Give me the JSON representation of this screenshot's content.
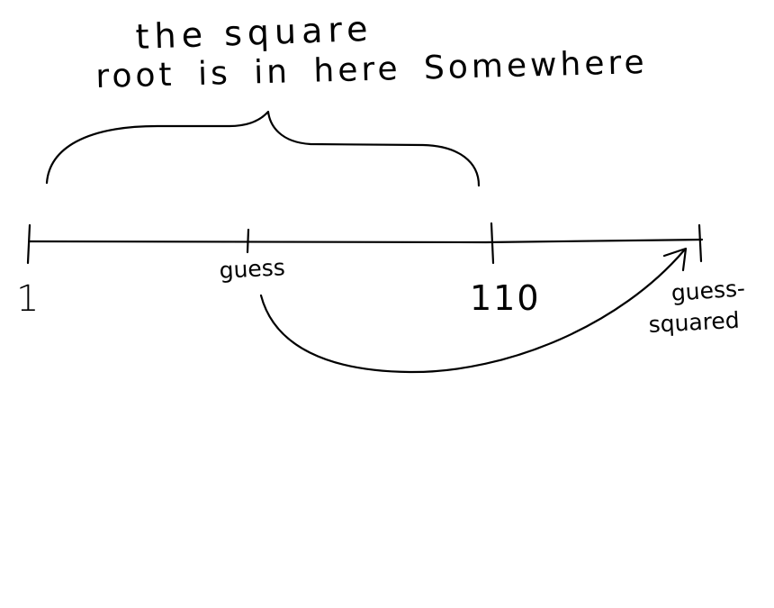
{
  "caption": {
    "line1": "the square",
    "line2": "root is in here Somewhere"
  },
  "labels": {
    "start": "1",
    "guess": "guess",
    "end": "110",
    "guess_squared_line1": "guess-",
    "guess_squared_line2": "squared"
  },
  "colors": {
    "ink": "#000000",
    "background": "#ffffff"
  }
}
